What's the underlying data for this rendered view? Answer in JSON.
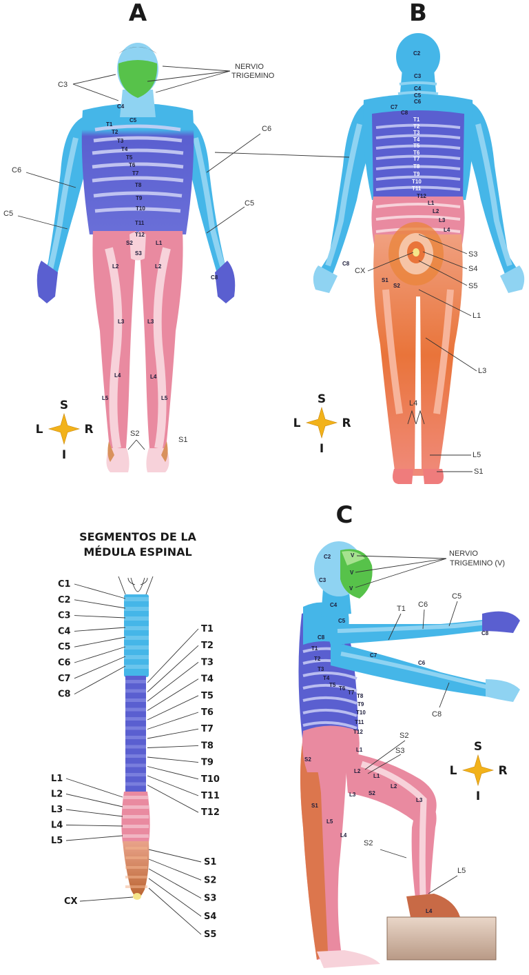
{
  "panels": {
    "a": {
      "letter": "A"
    },
    "b": {
      "letter": "B"
    },
    "c": {
      "letter": "C"
    }
  },
  "annotations": {
    "a": {
      "nervio_line1": "NERVIO",
      "nervio_line2": "TRIGEMINO",
      "c3": "C3",
      "c6_left": "C6",
      "c6_right": "C6",
      "c5_left": "C5",
      "c5_right": "C5",
      "s2": "S2",
      "s1": "S1"
    },
    "b": {
      "s3": "S3",
      "s4": "S4",
      "s5": "S5",
      "cx": "CX",
      "l1": "L1",
      "l3": "L3",
      "l4": "L4",
      "l5": "L5",
      "s1": "S1"
    },
    "c": {
      "nervio_line1": "NERVIO",
      "nervio_line2": "TRIGEMINO (V)",
      "t1": "T1",
      "c6": "C6",
      "c5": "C5",
      "c8": "C8",
      "s2_top": "S2",
      "s3": "S3",
      "s2_leg": "S2",
      "l5": "L5"
    }
  },
  "body_labels": {
    "a": {
      "c4": "C4",
      "c5": "C5",
      "t1": "T1",
      "t2": "T2",
      "t3": "T3",
      "t4": "T4",
      "t5": "T5",
      "t6": "T6",
      "t7": "T7",
      "t8": "T8",
      "t9": "T9",
      "t10": "T10",
      "t11": "T11",
      "t12": "T12",
      "s2": "S2",
      "s3": "S3",
      "l1": "L1",
      "l2a": "L2",
      "l2b": "L2",
      "l3a": "L3",
      "l3b": "L3",
      "l4a": "L4",
      "l4b": "L4",
      "l5a": "L5",
      "l5b": "L5",
      "c8": "C8"
    },
    "b": {
      "c2": "C2",
      "c3": "C3",
      "c4": "C4",
      "c5": "C5",
      "c6": "C6",
      "c7": "C7",
      "c8": "C8",
      "t1": "T1",
      "t2": "T2",
      "t3": "T3",
      "t4": "T4",
      "t5": "T5",
      "t6": "T6",
      "t7": "T7",
      "t8": "T8",
      "t9": "T9",
      "t10": "T10",
      "t11": "T11",
      "t12": "T12",
      "l1": "L1",
      "l2": "L2",
      "l3": "L3",
      "l4": "L4",
      "s1": "S1",
      "s2": "S2",
      "c8_hand": "C8"
    },
    "c": {
      "c2": "C2",
      "c3": "C3",
      "c4": "C4",
      "c5": "C5",
      "c8": "C8",
      "c7": "C7",
      "c6": "C6",
      "c8_hand": "C8",
      "v1": "V",
      "v2": "V",
      "v3": "V",
      "t1": "T1",
      "t2": "T2",
      "t3": "T3",
      "t4": "T4",
      "t5": "T5",
      "t6": "T6",
      "t7": "T7",
      "t8": "T8",
      "t9": "T9",
      "t10": "T10",
      "t11": "T11",
      "t12": "T12",
      "l1": "L1",
      "l2": "L2",
      "l1b": "L1",
      "l2b": "L2",
      "l3": "L3",
      "l3b": "L3",
      "s2": "S2",
      "s2b": "S2",
      "s1": "S1",
      "l5": "L5",
      "l4": "L4",
      "l4b": "L4"
    }
  },
  "spinal_cord": {
    "title_line1": "SEGMENTOS DE LA",
    "title_line2": "MÉDULA ESPINAL",
    "cervical": [
      "C1",
      "C2",
      "C3",
      "C4",
      "C5",
      "C6",
      "C7",
      "C8"
    ],
    "thoracic": [
      "T1",
      "T2",
      "T3",
      "T4",
      "T5",
      "T6",
      "T7",
      "T8",
      "T9",
      "T10",
      "T11",
      "T12"
    ],
    "lumbar": [
      "L1",
      "L2",
      "L3",
      "L4",
      "L5"
    ],
    "sacral": [
      "S1",
      "S2",
      "S3",
      "S4",
      "S5"
    ],
    "coccygeal": "CX"
  },
  "compass": {
    "superior": "S",
    "inferior": "I",
    "left": "L",
    "right": "R"
  },
  "colors": {
    "cervical": "#45b6e8",
    "cervical_light": "#8fd3f2",
    "thoracic": "#5a5fd0",
    "thoracic_light": "#b9bdf0",
    "lumbar": "#e98aa0",
    "lumbar_light": "#f7d2da",
    "sacral": "#e9743a",
    "trigeminal": "#57c24a",
    "compass": "#f2b21a"
  }
}
